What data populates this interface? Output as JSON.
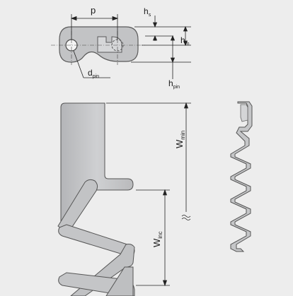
{
  "colors": {
    "background": "#ededed",
    "part_fill": "#c6c7c9",
    "part_stroke": "#5a5a5a",
    "dim_line": "#222222"
  },
  "labels": {
    "p": "p",
    "hs_main": "h",
    "hs_sub": "s",
    "hm_main": "h",
    "hm_sub": "m",
    "hpin_main": "h",
    "hpin_sub": "pin",
    "dpin_main": "d",
    "dpin_sub": "pin",
    "wmin_main": "W",
    "wmin_sub": "min",
    "winc_main": "W",
    "winc_sub": "inc"
  }
}
